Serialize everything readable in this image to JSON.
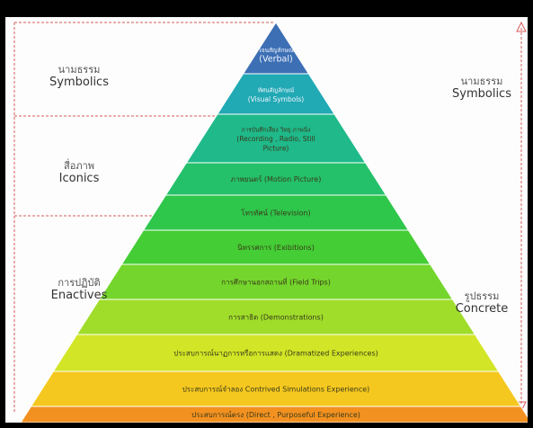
{
  "left_labels": [
    {
      "th": "นามธรรม",
      "en": "Symbolics"
    },
    {
      "th": "สื่อภาพ",
      "en": "Iconics"
    },
    {
      "th": "การปฏิบัติ",
      "en": "Enactives"
    }
  ],
  "right_labels": [
    {
      "th": "นามธรรม",
      "en": "Symbolics"
    },
    {
      "th": "รูปธรรม",
      "en": "Concrete"
    }
  ],
  "levels": [
    {
      "lines": [
        "วจนสัญลักษณ์",
        "(Verbal)"
      ],
      "color": "#3d6fb4"
    },
    {
      "lines": [
        "ทัศนสัญลักษณ์",
        "(Visual Symbols)"
      ],
      "color": "#21a9b4"
    },
    {
      "lines": [
        "การบันทึกเสียง วิทยุ ภาพนิ่ง",
        "(Recording , Radio, Still",
        "Picture)"
      ],
      "color": "#1fb98a"
    },
    {
      "lines": [
        "ภาพยนตร์ (Motion Picture)"
      ],
      "color": "#24c06a"
    },
    {
      "lines": [
        "โทรทัศน์ (Television)"
      ],
      "color": "#2ec64b"
    },
    {
      "lines": [
        "นิทรรศการ (Exibitions)"
      ],
      "color": "#44cd35"
    },
    {
      "lines": [
        "การศึกษานอกสถานที่ (Field Trips)"
      ],
      "color": "#74d62c"
    },
    {
      "lines": [
        "การสาธิต (Demonstrations)"
      ],
      "color": "#9fdd2a"
    },
    {
      "lines": [
        "ประสบการณ์นาฏการหรือการแสดง (Dramatized Experiences)"
      ],
      "color": "#d2e526"
    },
    {
      "lines": [
        "ประสบการณ์จำลอง Contrived Simulations Experience)"
      ],
      "color": "#f5c81f"
    },
    {
      "lines": [
        "ประสบการณ์ตรง (Direct , Purposeful Experience)"
      ],
      "color": "#f29120"
    }
  ]
}
